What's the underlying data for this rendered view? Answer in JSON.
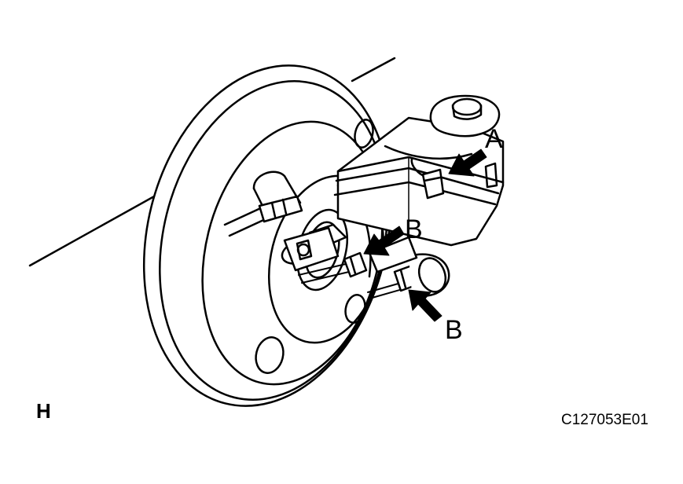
{
  "callouts": {
    "a": "A",
    "b_upper": "B",
    "b_lower": "B"
  },
  "view_letter": "H",
  "figure_code": "C127053E01",
  "colors": {
    "line": "#000000",
    "background": "#ffffff"
  }
}
